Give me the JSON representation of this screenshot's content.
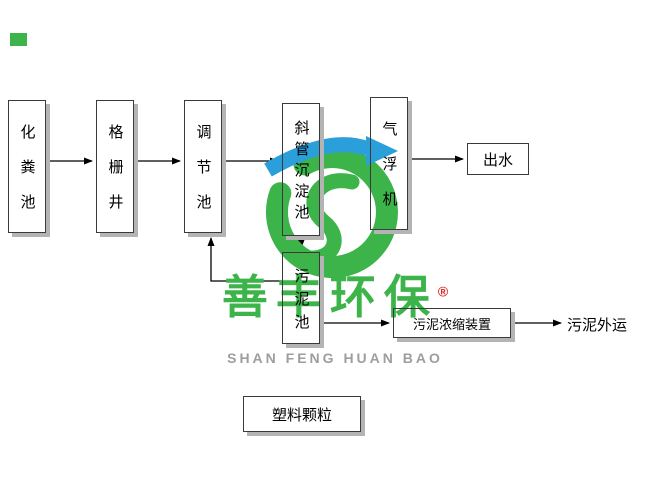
{
  "diagram": {
    "boxes": {
      "septic_tank": "化粪池",
      "grid_well": "格栅井",
      "regulating_tank": "调节池",
      "inclined_tube_sedimentation_tank": "斜管沉淀池",
      "air_flotation_machine": "气浮机",
      "effluent": "出水",
      "sludge_tank": "污泥池",
      "sludge_thickening_unit": "污泥浓缩装置",
      "plastic_granules": "塑料颗粒"
    },
    "labels": {
      "sludge_transport_out": "污泥外运"
    }
  },
  "watermark": {
    "brand": "善丰环保",
    "registered_mark": "®",
    "subtitle": "SHAN FENG HUAN BAO",
    "colors": {
      "green": "#3cb44a",
      "blue": "#2b9fd9",
      "gray": "#9e9e9e",
      "box_shadow": "#b4b4b4"
    }
  }
}
